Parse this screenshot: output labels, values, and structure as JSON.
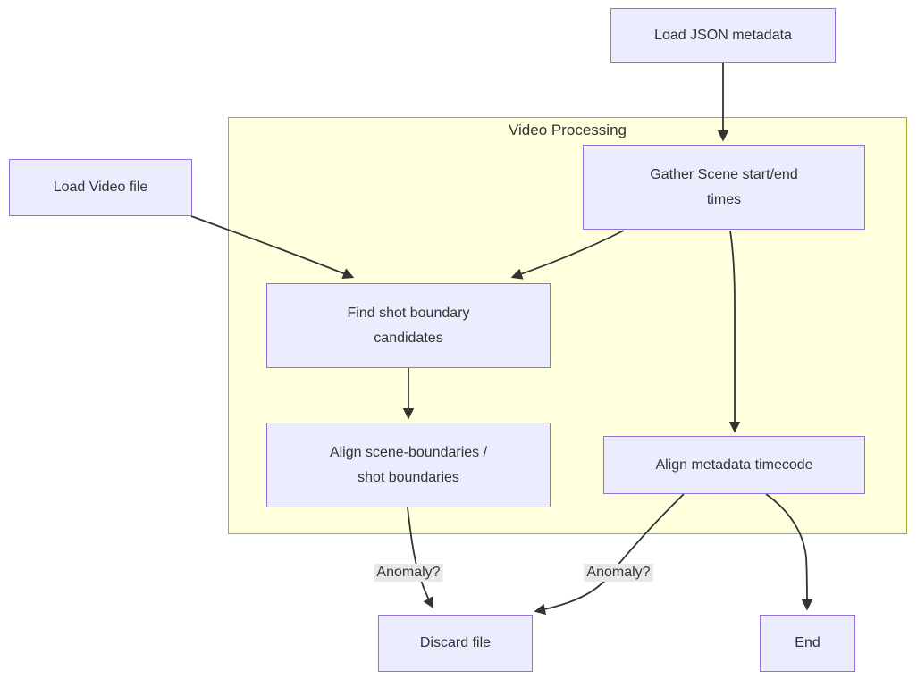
{
  "diagram": {
    "type": "flowchart",
    "cluster": {
      "label": "Video Processing"
    },
    "nodes": {
      "load_json": {
        "label": "Load JSON metadata",
        "lines": [
          "Load JSON metadata"
        ]
      },
      "load_video": {
        "label": "Load Video file",
        "lines": [
          "Load Video file"
        ]
      },
      "gather_scene": {
        "label": "Gather Scene start/end times",
        "lines": [
          "Gather Scene start/end",
          "times"
        ]
      },
      "find_shot": {
        "label": "Find shot boundary candidates",
        "lines": [
          "Find shot boundary",
          "candidates"
        ]
      },
      "align_scene": {
        "label": "Align scene-boundaries / shot boundaries",
        "lines": [
          "Align scene-boundaries /",
          "shot boundaries"
        ]
      },
      "align_meta": {
        "label": "Align metadata timecode",
        "lines": [
          "Align metadata timecode"
        ]
      },
      "discard": {
        "label": "Discard file",
        "lines": [
          "Discard file"
        ]
      },
      "end": {
        "label": "End",
        "lines": [
          "End"
        ]
      }
    },
    "edges": [
      {
        "from": "load_json",
        "to": "gather_scene",
        "label": ""
      },
      {
        "from": "load_video",
        "to": "find_shot",
        "label": ""
      },
      {
        "from": "gather_scene",
        "to": "find_shot",
        "label": ""
      },
      {
        "from": "gather_scene",
        "to": "align_meta",
        "label": ""
      },
      {
        "from": "find_shot",
        "to": "align_scene",
        "label": ""
      },
      {
        "from": "align_scene",
        "to": "discard",
        "label": "Anomaly?"
      },
      {
        "from": "align_meta",
        "to": "discard",
        "label": "Anomaly?"
      },
      {
        "from": "align_meta",
        "to": "end",
        "label": ""
      }
    ],
    "colors": {
      "node_fill": "#ECECFF",
      "node_border": "#9370DB",
      "cluster_fill": "#ffffde",
      "cluster_border": "#aaaa33",
      "edge_stroke": "#333333",
      "edge_label_bg": "#e8e8e8",
      "text": "#333333",
      "background": "#ffffff"
    }
  }
}
